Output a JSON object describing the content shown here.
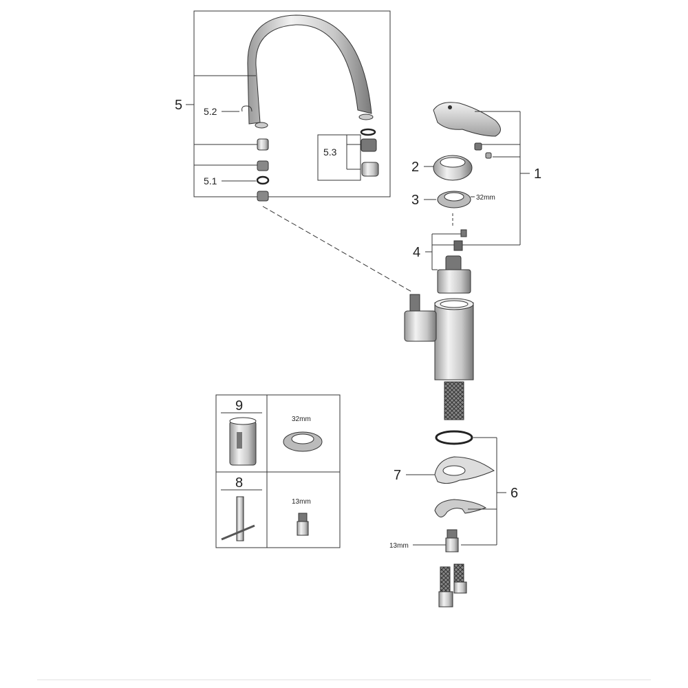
{
  "labels": {
    "part_1": "1",
    "part_2": "2",
    "part_3": "3",
    "part_4": "4",
    "part_5": "5",
    "part_5_1": "5.1",
    "part_5_2": "5.2",
    "part_5_3": "5.3",
    "part_6": "6",
    "part_7": "7",
    "part_8": "8",
    "part_9": "9"
  },
  "dimensions": {
    "nut_32": "32mm",
    "tool_32": "32mm",
    "tool_13": "13mm",
    "nut_13": "13mm"
  },
  "colors": {
    "line": "#333333",
    "part_fill": "#d9d9d9",
    "part_dark": "#555555",
    "background": "#ffffff"
  },
  "icons": {
    "spout": "spout-icon",
    "lever": "lever-handle-icon",
    "cartridge": "cartridge-icon",
    "body": "faucet-body-icon",
    "hose": "braided-hose-icon"
  }
}
